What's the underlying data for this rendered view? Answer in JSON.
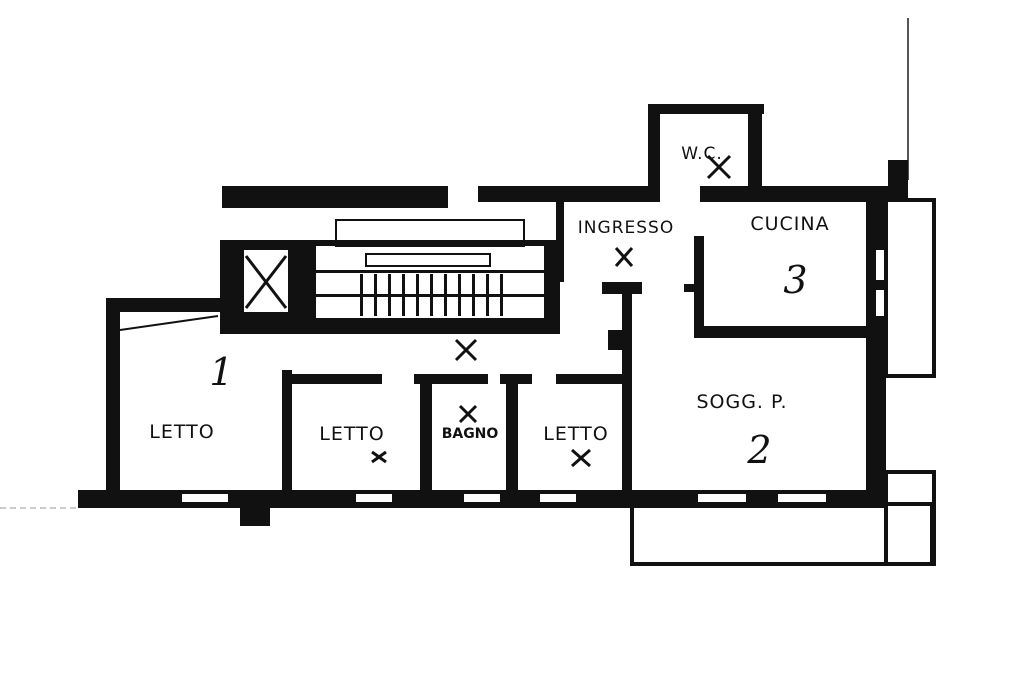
{
  "plan": {
    "rooms": {
      "wc": "W.C.",
      "ingresso": "INGRESSO",
      "cucina": "CUCINA",
      "letto_1": "LETTO",
      "letto_2": "LETTO",
      "bagno": "BAGNO",
      "letto_3": "LETTO",
      "soggiorno": "SOGG. P."
    },
    "numbers": {
      "room_1": "1",
      "room_2": "2",
      "room_3": "3"
    },
    "colors": {
      "wall": "#111111",
      "background": "#ffffff",
      "window": "#ffffff"
    }
  }
}
